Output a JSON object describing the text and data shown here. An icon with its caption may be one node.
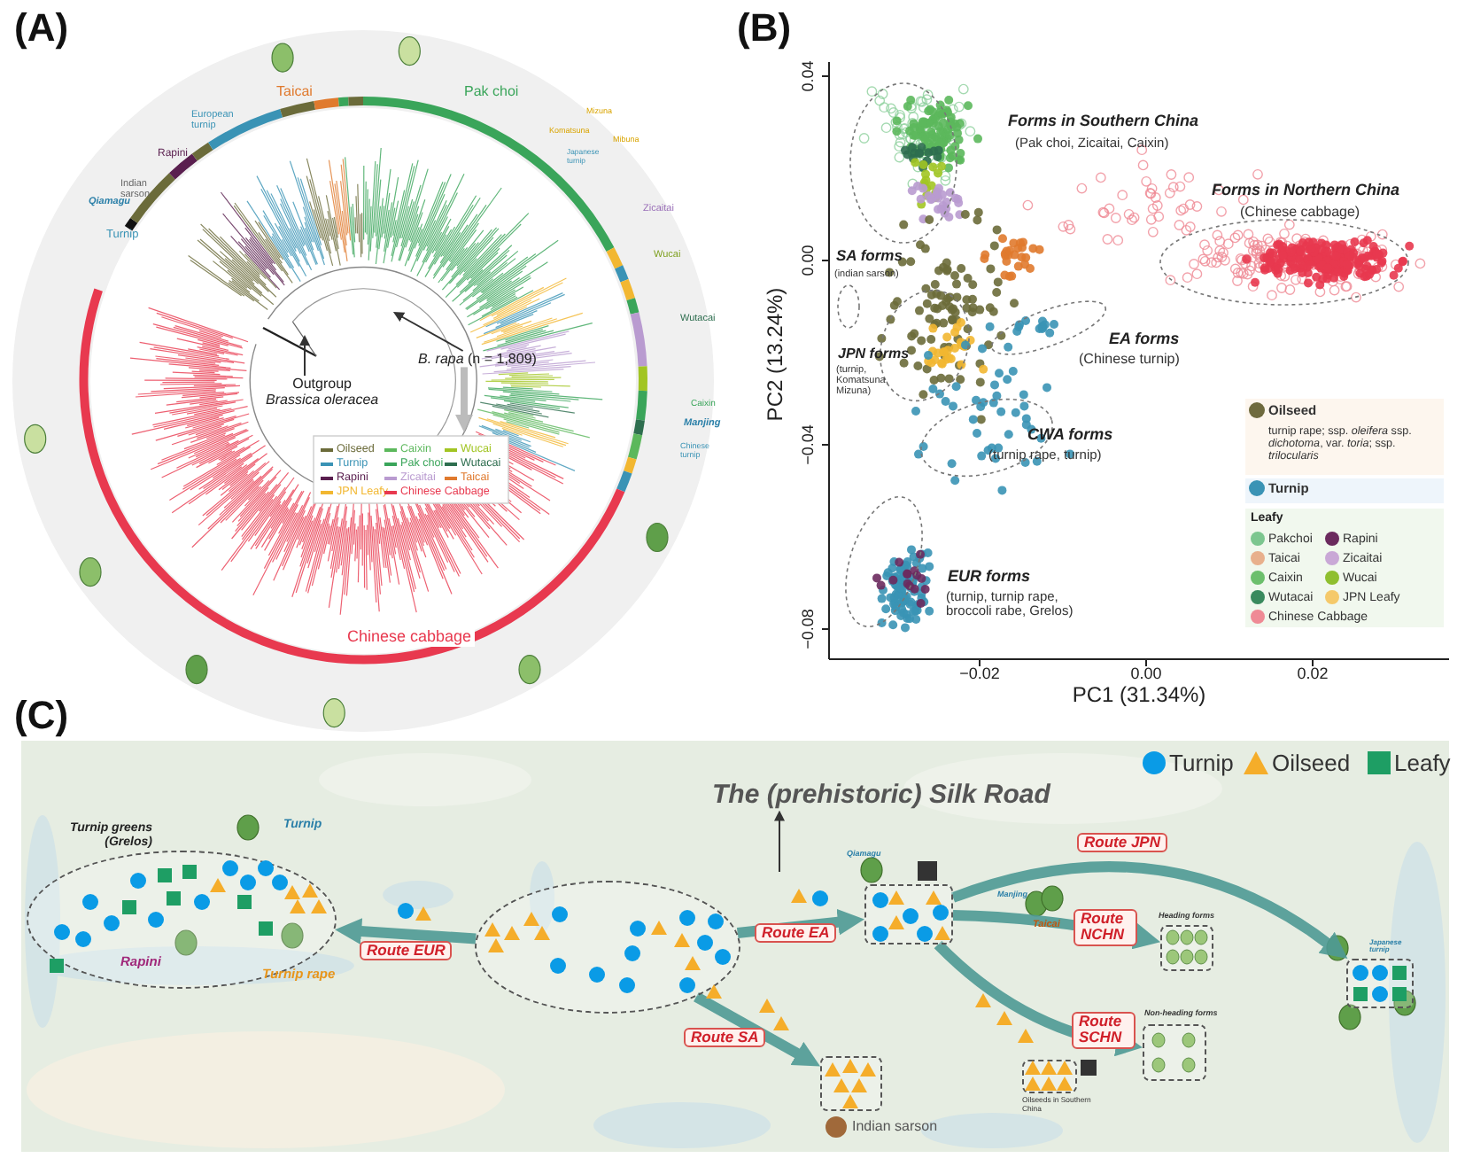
{
  "diagram": {
    "nodes": [
      {
        "text": [
          "Outgroup",
          "Brassica oleracea"
        ]
      },
      {
        "text": [
          "*B. rapa* (n = 1,809)"
        ]
      },
      {
        "text": [
          "The (prehistoric) Silk Road"
        ]
      },
      {
        "text": [],
        "shape": "ellipse",
        "beside": [
          "Turnip greens (Grelos)"
        ]
      },
      {
        "text": [],
        "shape": "ellipse"
      },
      {
        "text": [],
        "shape": "box",
        "beside": [
          "Qiamagu"
        ]
      },
      {
        "text": [],
        "shape": "box",
        "beside": [
          "Japanese turnip"
        ]
      },
      {
        "text": [],
        "shape": "box",
        "beside": [
          "Heading forms"
        ]
      },
      {
        "text": [],
        "shape": "box",
        "beside": [
          "Non-heading forms"
        ]
      },
      {
        "text": [],
        "shape": "box",
        "beside": [
          "Indian sarson"
        ]
      },
      {
        "text": [],
        "shape": "box",
        "beside": [
          "Oilseeds in Southern China"
        ]
      }
    ],
    "edges": [
      {
        "from": 0,
        "to": null,
        "arrow": "to",
        "color": "#333333"
      },
      {
        "from": 1,
        "to": null,
        "arrow": "to",
        "color": "#333333"
      },
      {
        "from": 1,
        "to": null,
        "arrow": "to",
        "color": "#b5b5b5"
      },
      {
        "from": null,
        "to": 2,
        "arrow": "to",
        "color": "#333333"
      },
      {
        "from": 4,
        "to": 3,
        "arrow": "to",
        "label": "Route EUR"
      },
      {
        "from": 4,
        "to": 5,
        "arrow": "to",
        "label": "Route EA"
      },
      {
        "from": 4,
        "to": 9,
        "arrow": "to",
        "label": "Route SA"
      },
      {
        "from": 5,
        "to": 6,
        "arrow": "to",
        "label": "Route JPN"
      },
      {
        "from": 5,
        "to": 7,
        "arrow": "to",
        "label": "Route NCHN"
      },
      {
        "from": 5,
        "to": 8,
        "arrow": "to",
        "label": "Route SCHN"
      }
    ],
    "labels": [
      "(A)",
      "Qiamagu",
      "Turnip",
      "Indian sarson",
      "Rapini",
      "European turnip",
      "Taicai",
      "Pak choi",
      "Komatsuna",
      "Mizuna",
      "Mibuna",
      "Japanese turnip",
      "Zicaitai",
      "Wucai",
      "Wutacai",
      "Caixin",
      "Manjing",
      "Chinese turnip",
      "Chinese cabbage",
      "(B)",
      "Forms in Southern China",
      "(Pak choi, Zicaitai, Caixin)",
      "Forms in Northern China",
      "(Chinese cabbage)",
      "SA forms",
      "(indian sarson)",
      "EA forms",
      "(Chinese turnip)",
      "JPN forms",
      "(turnip, Komatsuna, Mizuna)",
      "CWA forms",
      "(turnip rape, turnip)",
      "EUR forms",
      "(turnip, turnip rape, broccoli rabe, Grelos)",
      "PC2 (13.24%)",
      "PC1 (31.34%)",
      "0.04",
      "0.00",
      "−0.04",
      "−0.08",
      "−0.02",
      "0.00",
      "0.02",
      "turnip rape; ssp. *oleifera* ssp. *dichotoma*, var. *toria*; ssp. *trilocularis*",
      "Leafy",
      "(C)",
      "Turnip",
      "Rapini",
      "Turnip rape",
      "Manjing",
      "Taicai"
    ],
    "legend": [
      {
        "text": "Oilseed",
        "color": "#6b6b3a"
      },
      {
        "text": "Caixin",
        "color": "#5cb85c"
      },
      {
        "text": "Wucai",
        "color": "#a2c523"
      },
      {
        "text": "Turnip",
        "color": "#3a93b5"
      },
      {
        "text": "Pak choi",
        "color": "#3aa55a"
      },
      {
        "text": "Wutacai",
        "color": "#2e6e4f"
      },
      {
        "text": "Rapini",
        "color": "#5a1f4f"
      },
      {
        "text": "Zicaitai",
        "color": "#b99bd0"
      },
      {
        "text": "Taicai",
        "color": "#e07a2e"
      },
      {
        "text": "JPN Leafy",
        "color": "#f2b731"
      },
      {
        "text": "Chinese Cabbage",
        "color": "#e8394f"
      },
      {
        "text": "Oilseed",
        "color": "#6e6a3e"
      },
      {
        "text": "Turnip",
        "color": "#3a93b5"
      },
      {
        "text": "Pakchoi",
        "color": "#7cc68f"
      },
      {
        "text": "Rapini",
        "color": "#6b2a5e"
      },
      {
        "text": "Taicai",
        "color": "#e8b08c"
      },
      {
        "text": "Zicaitai",
        "color": "#c9a8d6"
      },
      {
        "text": "Caixin",
        "color": "#6cbf6c"
      },
      {
        "text": "Wucai",
        "color": "#8fbf2f"
      },
      {
        "text": "Wutacai",
        "color": "#3a8a5e"
      },
      {
        "text": "JPN Leafy",
        "color": "#f5c96a"
      },
      {
        "text": "Chinese Cabbage",
        "color": "#ef8a95"
      },
      {
        "text": "Turnip"
      },
      {
        "text": "Oilseed"
      },
      {
        "text": "Leafy"
      }
    ]
  }
}
